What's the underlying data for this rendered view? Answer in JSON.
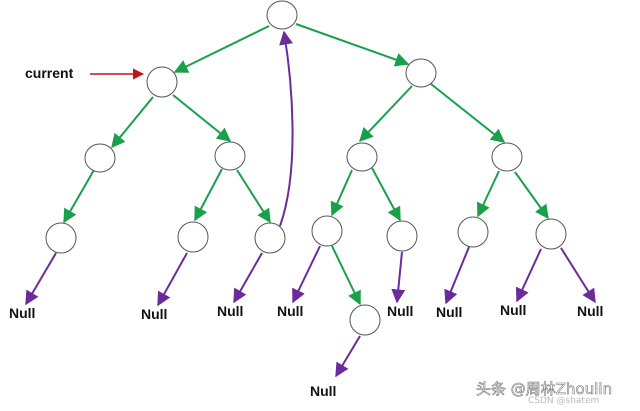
{
  "diagram": {
    "pointer_label": "current",
    "null_label": "Null",
    "colors": {
      "tree_edge": "#1aa04a",
      "null_edge": "#6a2c9a",
      "thread_edge": "#6a2c9a",
      "pointer_arrow": "#c0151b",
      "node_fill": "#ffffff",
      "node_stroke": "#555555"
    }
  },
  "watermark": {
    "text": "头条 @周林Zhoulin",
    "small_text": "CSDN @shatem"
  }
}
